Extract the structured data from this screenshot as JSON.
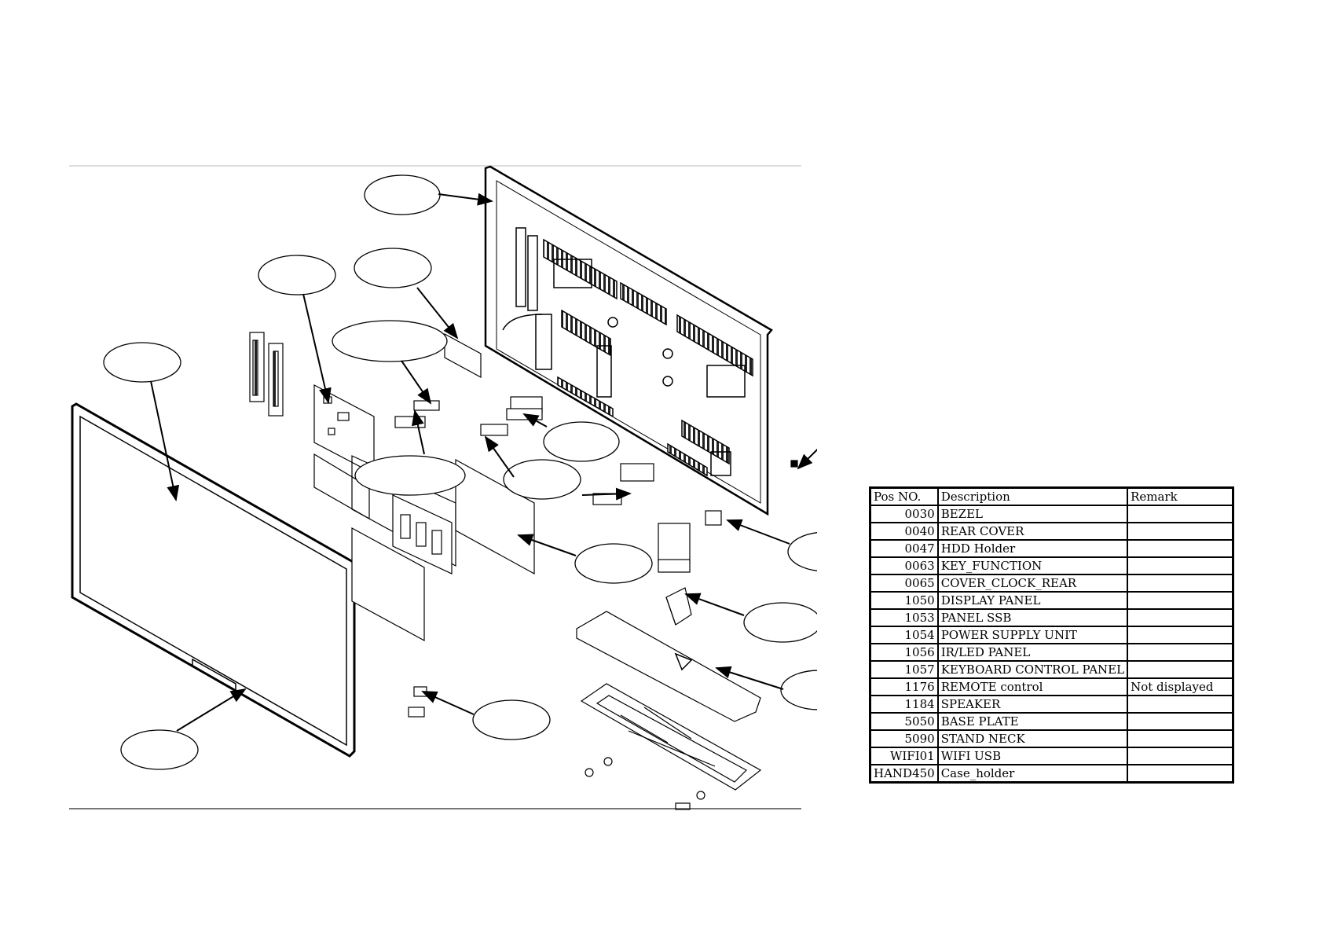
{
  "parts_table": {
    "headers": [
      "Pos NO.",
      "Description",
      "Remark"
    ],
    "rows": [
      {
        "pos": "0030",
        "description": "BEZEL",
        "remark": ""
      },
      {
        "pos": "0040",
        "description": "REAR COVER",
        "remark": ""
      },
      {
        "pos": "0047",
        "description": "HDD Holder",
        "remark": ""
      },
      {
        "pos": "0063",
        "description": "KEY_FUNCTION",
        "remark": ""
      },
      {
        "pos": "0065",
        "description": "COVER_CLOCK_REAR",
        "remark": ""
      },
      {
        "pos": "1050",
        "description": "DISPLAY PANEL",
        "remark": ""
      },
      {
        "pos": "1053",
        "description": "PANEL SSB",
        "remark": ""
      },
      {
        "pos": "1054",
        "description": "POWER SUPPLY UNIT",
        "remark": ""
      },
      {
        "pos": "1056",
        "description": "IR/LED PANEL",
        "remark": ""
      },
      {
        "pos": "1057",
        "description": "KEYBOARD CONTROL PANEL",
        "remark": ""
      },
      {
        "pos": "1176",
        "description": "REMOTE control",
        "remark": "Not displayed"
      },
      {
        "pos": "1184",
        "description": "SPEAKER",
        "remark": ""
      },
      {
        "pos": "5050",
        "description": "BASE PLATE",
        "remark": ""
      },
      {
        "pos": "5090",
        "description": "STAND NECK",
        "remark": ""
      },
      {
        "pos": "WIFI01",
        "description": "WIFI USB",
        "remark": ""
      },
      {
        "pos": "HAND450",
        "description": "Case_holder",
        "remark": ""
      }
    ]
  }
}
